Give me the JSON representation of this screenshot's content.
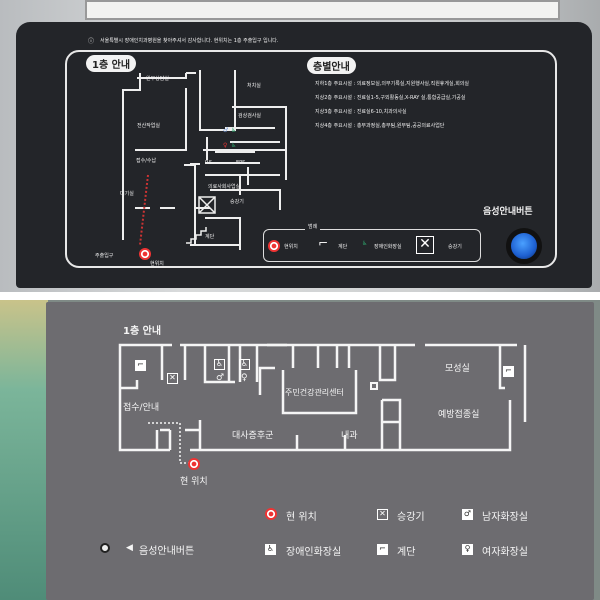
{
  "top_sign": {
    "notice": "서울특별시 장애인치과병원을 찾아주셔서 감사합니다. 현위치는 1층 주출입구 입니다.",
    "floor_title": "1층 안내",
    "rooms": [
      "원무상담실",
      "전산작업실",
      "처치실",
      "검상검사실",
      "접수/수납",
      "대기실",
      "P.S",
      "EPS",
      "의료사회사업실",
      "승강기",
      "계단",
      "주출입구",
      "현위치"
    ],
    "floors_title": "층별안내",
    "floors": [
      "지하1층 주요시설 : 의료정보실,의무기록실,지원행사실,직원휴게실,회의실",
      "지상2층 주요시설 : 진료실1-5,구외활동실,X-RAY 실,통합공급실,기공실",
      "지상3층 주요시설 : 진료실6-10,치과의사실",
      "지상4층 주요시설 : 총무과정실,총무팀,원무팀,공공의료사업단"
    ],
    "legend_title": "범례",
    "legend": [
      "현위치",
      "계단",
      "장애인화장실",
      "승강기"
    ],
    "voice_button_label": "음성안내버튼"
  },
  "bottom_sign": {
    "floor_title": "1층 안내",
    "rooms": [
      "접수/안내",
      "대사증후군",
      "주민건강관리센터",
      "내과",
      "모성실",
      "예방접종실",
      "현 위치"
    ],
    "legend": [
      "현 위치",
      "승강기",
      "남자화장실",
      "장애인화장실",
      "계단",
      "여자화장실"
    ],
    "voice_button_label": "음성안내버튼"
  },
  "colors": {
    "button_blue": "#1d5fd0",
    "here_red": "#e33333",
    "accessible_green": "#2ea36b"
  }
}
